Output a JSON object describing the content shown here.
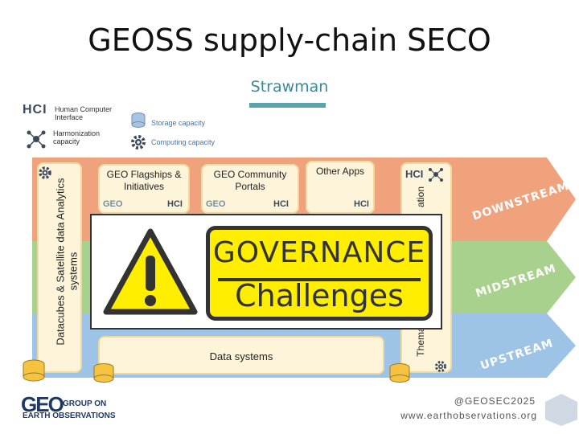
{
  "header": {
    "title": "GEOSS supply-chain SECO",
    "subtitle": "Strawman"
  },
  "legend": {
    "hci_mark": "HCI",
    "hci_label": "Human Computer Interface",
    "harmonization_label": "Harmonization capacity",
    "storage_label": "Storage capacity",
    "computing_label": "Computing capacity"
  },
  "columns": {
    "left_label_line1": "Datacubes & Satellite data Analytics",
    "left_label_line2": "systems",
    "right_label_partial": "Thema",
    "right_label_top_partial": "ation"
  },
  "apps": [
    {
      "label": "GEO Flagships & Initiatives",
      "hci": "HCI",
      "geo": "GEO"
    },
    {
      "label": "GEO Community Portals",
      "hci": "HCI",
      "geo": "GEO"
    },
    {
      "label": "Other Apps",
      "hci": "HCI",
      "geo": ""
    }
  ],
  "right_hci": "HCI",
  "data_systems_label": "Data systems",
  "streams": {
    "downstream": "DOWNSTREAM",
    "midstream": "MIDSTREAM",
    "upstream": "UPSTREAM"
  },
  "governance": {
    "line1": "GOVERNANCE",
    "line2": "Challenges"
  },
  "footer": {
    "org_line1": "GROUP ON",
    "org_line2": "EARTH OBSERVATIONS",
    "logo": "GEO",
    "handle": "@GEOSEC2025",
    "website": "www.earthobservations.org"
  },
  "colors": {
    "downstream_band": "#efa27c",
    "midstream_band": "#a9d18e",
    "upstream_band": "#9dc3e6",
    "governance_yellow": "#ffee00"
  }
}
